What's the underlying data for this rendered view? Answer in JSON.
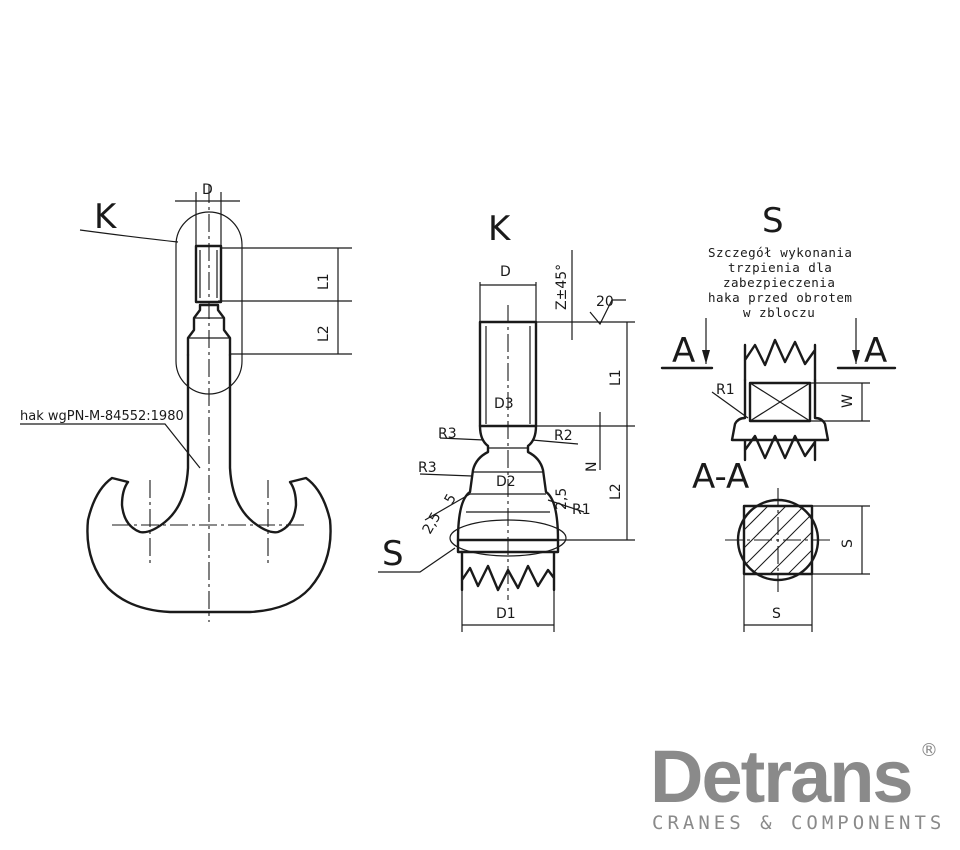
{
  "drawing": {
    "view_k_label": "K",
    "detail_k_label": "K",
    "detail_s_label": "S",
    "view_s_label": "S",
    "section_label": "A-A",
    "arrow_a_left": "A",
    "arrow_a_right": "A",
    "hook_standard": "hak wgPN-M-84552:1980",
    "note_lines": [
      "Szczegół wykonania",
      "trzpienia dla",
      "zabezpieczenia",
      "haka przed obrotem",
      "w zbloczu"
    ],
    "dims": {
      "d_top": "D",
      "l1_left": "L1",
      "l2_left": "L2",
      "d_k": "D",
      "chamfer": "Z±45°",
      "roughness": "20",
      "l1_k": "L1",
      "l2_k": "L2",
      "d3": "D3",
      "r3_a": "R3",
      "r3_b": "R3",
      "r2": "R2",
      "n": "N",
      "d2": "D2",
      "dim_25": "2,5",
      "r1_k": "R1",
      "dim_25_b": "2,5",
      "dim_5": "5",
      "d1": "D1",
      "r1_s": "R1",
      "w": "W",
      "s_right": "S",
      "s_bottom": "S"
    }
  },
  "logo": {
    "name": "Detrans",
    "registered": "®",
    "tagline": "CRANES & COMPONENTS"
  }
}
